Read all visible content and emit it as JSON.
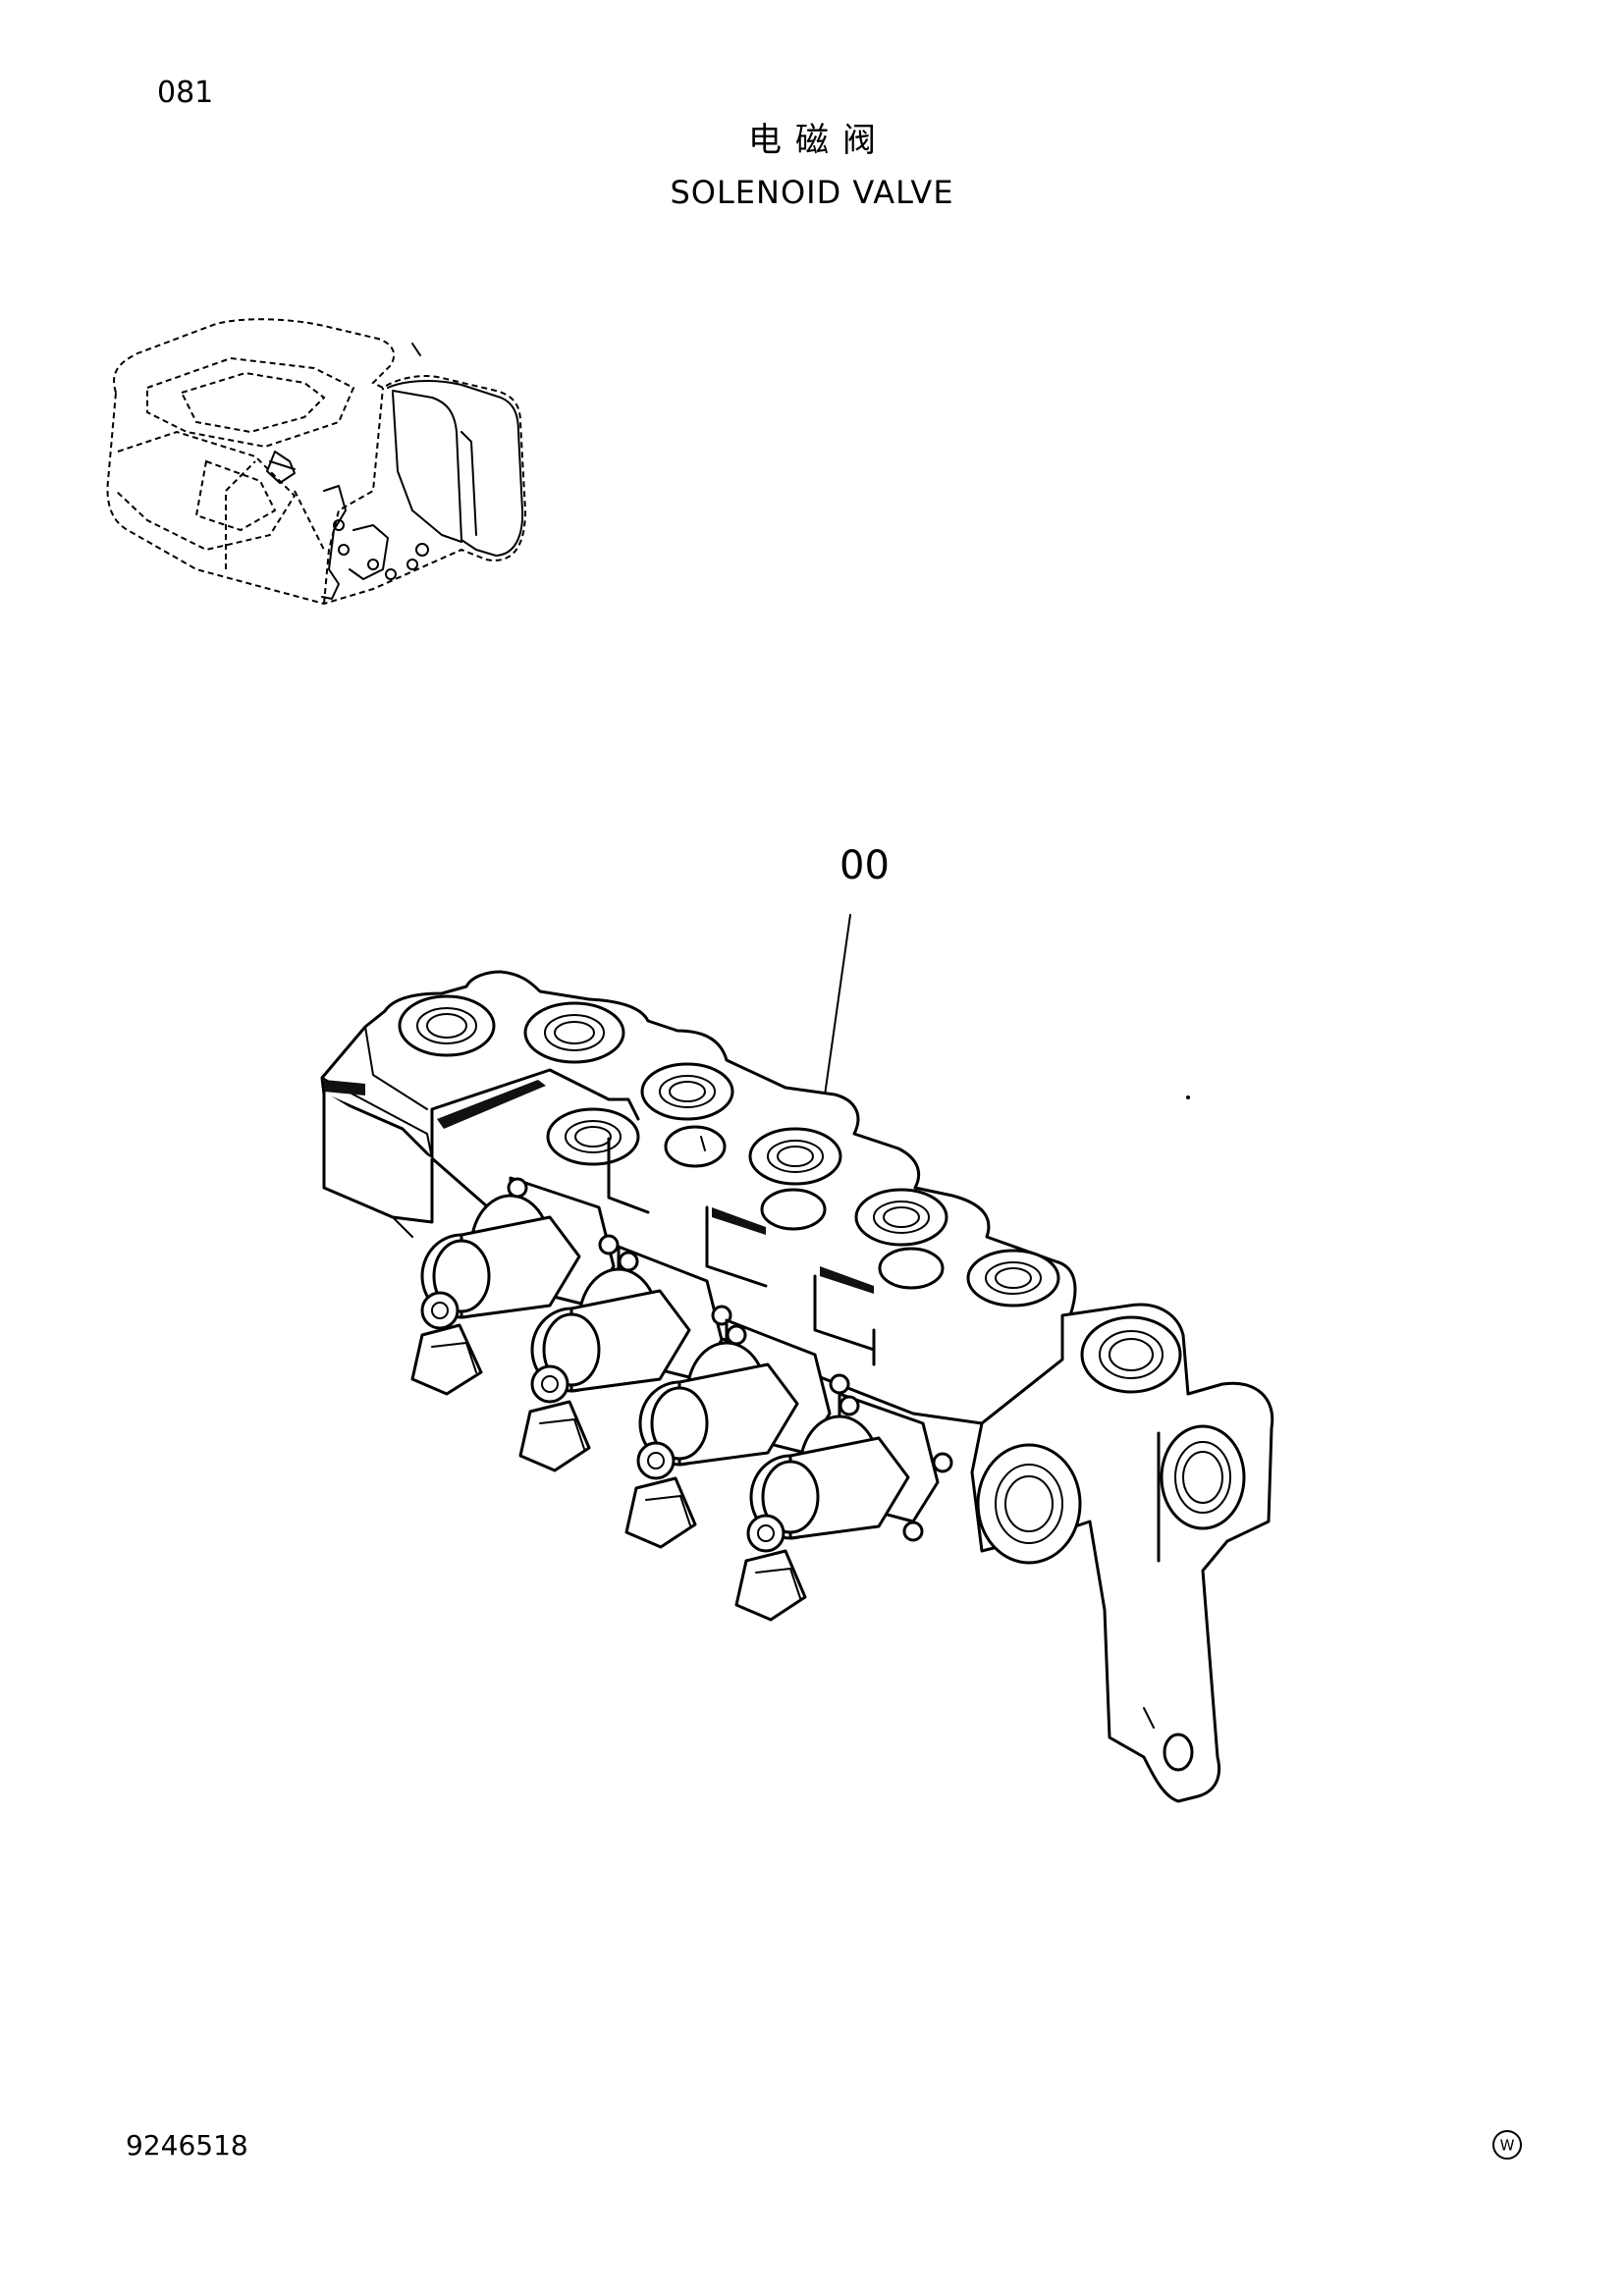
{
  "page": {
    "page_number": "081",
    "title_cn": "电磁阀",
    "title_en": "SOLENOID VALVE",
    "doc_number": "9246518",
    "w_mark": "W"
  },
  "diagram": {
    "callout_label": "00",
    "icons": [
      "machine-location-thumbnail",
      "solenoid-valve-assembly"
    ]
  }
}
